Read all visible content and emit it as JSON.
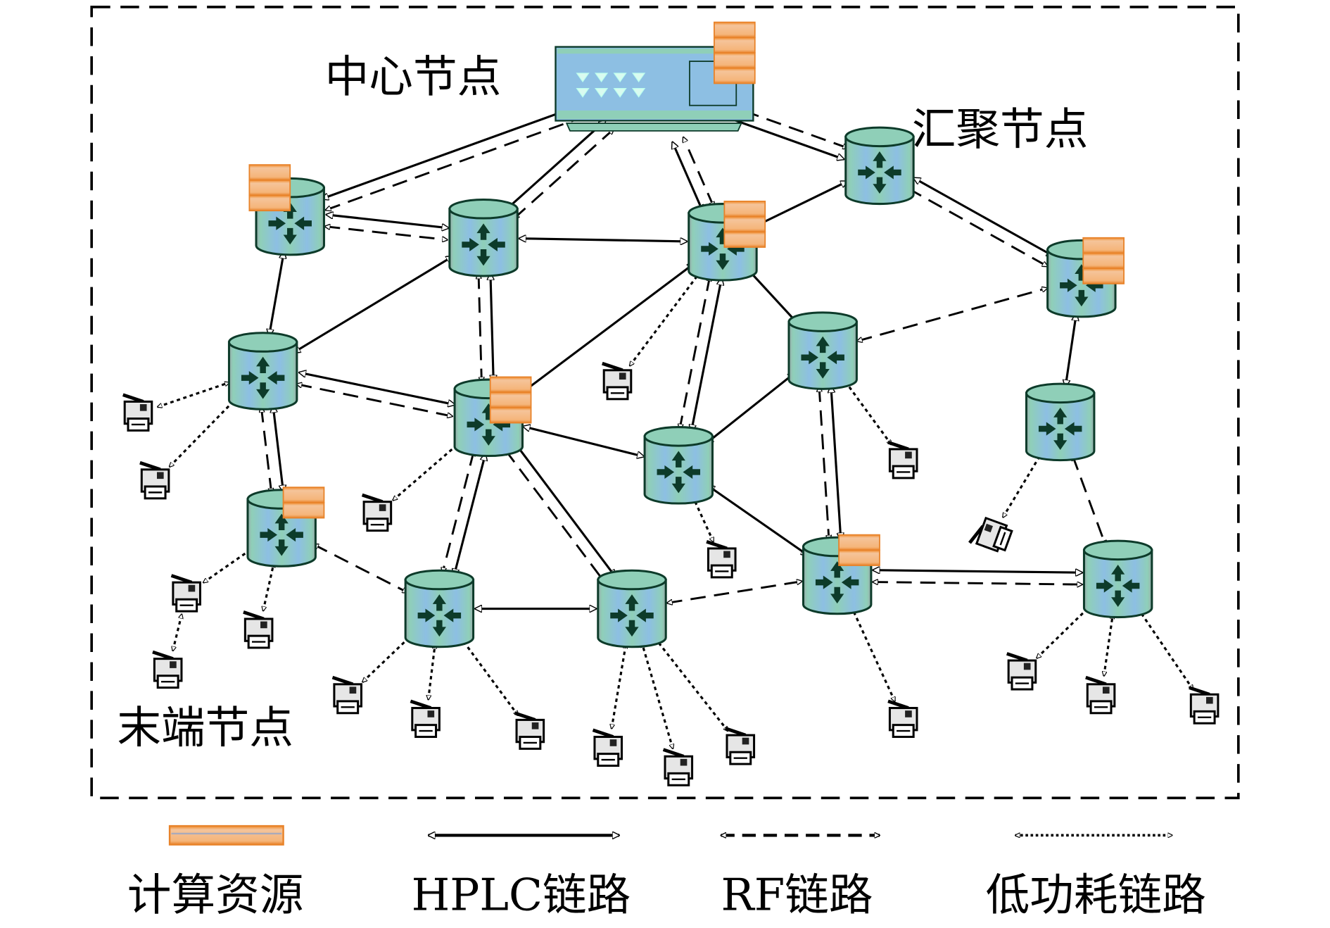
{
  "diagram": {
    "title_labels": {
      "center_node": "中心节点",
      "aggregation_node": "汇聚节点",
      "terminal_node": "末端节点"
    },
    "colors": {
      "node_teal": "#8fcfb8",
      "node_blue": "#8dbfe3",
      "node_stroke": "#0d3b2a",
      "compute_orange": "#f0a050",
      "compute_fill": "#f5c49a",
      "center_fill": "#8dbfe3",
      "center_teal": "#8fcfb8",
      "line": "#000000"
    },
    "legend": [
      {
        "key": "compute",
        "label": "计算资源"
      },
      {
        "key": "hplc",
        "label": "HPLC链路"
      },
      {
        "key": "rf",
        "label": "RF链路"
      },
      {
        "key": "lowpower",
        "label": "低功耗链路"
      }
    ],
    "nodes": [
      {
        "id": "C",
        "type": "center",
        "compute": 4
      },
      {
        "id": "R1",
        "type": "router",
        "compute": 3
      },
      {
        "id": "R2",
        "type": "router",
        "compute": 0
      },
      {
        "id": "R3",
        "type": "router",
        "compute": 3
      },
      {
        "id": "R4",
        "type": "router",
        "compute": 0
      },
      {
        "id": "R5",
        "type": "router",
        "compute": 3
      },
      {
        "id": "R6",
        "type": "router",
        "compute": 0
      },
      {
        "id": "R7",
        "type": "router",
        "compute": 3
      },
      {
        "id": "R8",
        "type": "router",
        "compute": 0
      },
      {
        "id": "R9",
        "type": "router",
        "compute": 0
      },
      {
        "id": "R10",
        "type": "router",
        "compute": 0
      },
      {
        "id": "R11",
        "type": "router",
        "compute": 2
      },
      {
        "id": "R12",
        "type": "router",
        "compute": 0
      },
      {
        "id": "R13",
        "type": "router",
        "compute": 0
      },
      {
        "id": "R14",
        "type": "router",
        "compute": 2
      },
      {
        "id": "R15",
        "type": "router",
        "compute": 0
      }
    ],
    "links": [
      {
        "from": "R1",
        "to": "C",
        "kinds": [
          "hplc",
          "rf"
        ]
      },
      {
        "from": "R2",
        "to": "C",
        "kinds": [
          "hplc",
          "rf"
        ]
      },
      {
        "from": "R3",
        "to": "C",
        "kinds": [
          "hplc",
          "rf"
        ]
      },
      {
        "from": "R4",
        "to": "C",
        "kinds": [
          "hplc",
          "rf"
        ]
      },
      {
        "from": "R1",
        "to": "R2",
        "kinds": [
          "hplc",
          "rf"
        ]
      },
      {
        "from": "R2",
        "to": "R3",
        "kinds": [
          "hplc"
        ]
      },
      {
        "from": "R3",
        "to": "R4",
        "kinds": [
          "hplc"
        ]
      },
      {
        "from": "R4",
        "to": "R5",
        "kinds": [
          "hplc",
          "rf"
        ]
      },
      {
        "from": "R1",
        "to": "R6",
        "kinds": [
          "hplc"
        ]
      },
      {
        "from": "R6",
        "to": "R2",
        "kinds": [
          "hplc"
        ]
      },
      {
        "from": "R2",
        "to": "R7",
        "kinds": [
          "hplc",
          "rf"
        ]
      },
      {
        "from": "R7",
        "to": "R3",
        "kinds": [
          "hplc"
        ]
      },
      {
        "from": "R3",
        "to": "R9",
        "kinds": [
          "hplc",
          "rf"
        ]
      },
      {
        "from": "R3",
        "to": "R8",
        "kinds": [
          "hplc"
        ]
      },
      {
        "from": "R8",
        "to": "R5",
        "kinds": [
          "rf"
        ]
      },
      {
        "from": "R5",
        "to": "R10",
        "kinds": [
          "hplc"
        ]
      },
      {
        "from": "R6",
        "to": "R7",
        "kinds": [
          "hplc",
          "rf"
        ]
      },
      {
        "from": "R6",
        "to": "R11",
        "kinds": [
          "hplc",
          "rf"
        ]
      },
      {
        "from": "R7",
        "to": "R9",
        "kinds": [
          "hplc"
        ]
      },
      {
        "from": "R9",
        "to": "R8",
        "kinds": [
          "hplc"
        ]
      },
      {
        "from": "R8",
        "to": "R14",
        "kinds": [
          "hplc",
          "rf"
        ]
      },
      {
        "from": "R9",
        "to": "R14",
        "kinds": [
          "hplc"
        ]
      },
      {
        "from": "R11",
        "to": "R12",
        "kinds": [
          "rf"
        ]
      },
      {
        "from": "R7",
        "to": "R12",
        "kinds": [
          "hplc",
          "rf"
        ]
      },
      {
        "from": "R7",
        "to": "R13",
        "kinds": [
          "hplc",
          "rf"
        ]
      },
      {
        "from": "R12",
        "to": "R13",
        "kinds": [
          "hplc"
        ]
      },
      {
        "from": "R13",
        "to": "R14",
        "kinds": [
          "rf"
        ]
      },
      {
        "from": "R14",
        "to": "R15",
        "kinds": [
          "hplc",
          "rf"
        ]
      },
      {
        "from": "R10",
        "to": "R15",
        "kinds": [
          "rf"
        ]
      }
    ],
    "terminals": [
      {
        "id": "T1",
        "parent": "R6"
      },
      {
        "id": "T2",
        "parent": "R6"
      },
      {
        "id": "T3",
        "parent": "R7"
      },
      {
        "id": "T4",
        "parent": "R3"
      },
      {
        "id": "T5",
        "parent": "R9"
      },
      {
        "id": "T6",
        "parent": "R8"
      },
      {
        "id": "T7",
        "parent": "R10"
      },
      {
        "id": "T8",
        "parent": "R11"
      },
      {
        "id": "T9",
        "parent": "R11"
      },
      {
        "id": "T10",
        "parent": "T8"
      },
      {
        "id": "T11",
        "parent": "T9"
      },
      {
        "id": "T12",
        "parent": "R12"
      },
      {
        "id": "T13",
        "parent": "R12"
      },
      {
        "id": "T14",
        "parent": "R12"
      },
      {
        "id": "T15",
        "parent": "R13"
      },
      {
        "id": "T16",
        "parent": "R13"
      },
      {
        "id": "T17",
        "parent": "R13"
      },
      {
        "id": "T18",
        "parent": "R14"
      },
      {
        "id": "T19",
        "parent": "R15"
      },
      {
        "id": "T20",
        "parent": "R15"
      },
      {
        "id": "T21",
        "parent": "R15"
      }
    ]
  }
}
